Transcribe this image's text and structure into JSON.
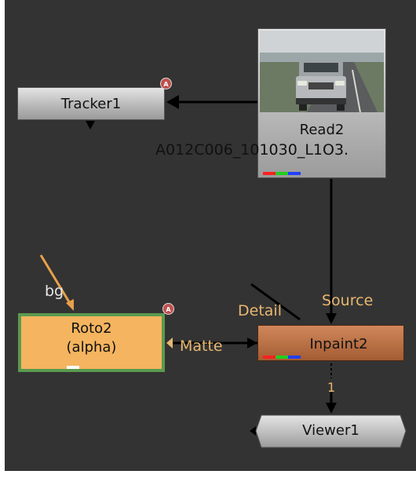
{
  "node_graph": {
    "nodes": {
      "read2": {
        "label": "Read2",
        "file_label": "A012C006_101030_L1O3.",
        "thumbnail": "car-on-road-thumbnail",
        "channel_colors": [
          "#ff2020",
          "#20d020",
          "#2040ff"
        ]
      },
      "tracker1": {
        "label": "Tracker1",
        "badge": "A"
      },
      "roto2": {
        "label": "Roto2",
        "sublabel": "(alpha)",
        "badge": "A",
        "fill_color": "#f5b45f",
        "border_color": "#5a9a4f"
      },
      "inpaint2": {
        "label": "Inpaint2",
        "fill_color": "#b8683a",
        "channel_colors": [
          "#ff2020",
          "#20d020",
          "#2040ff"
        ]
      },
      "viewer1": {
        "label": "Viewer1"
      }
    },
    "inputs": {
      "source": "Source",
      "detail": "Detail",
      "matte": "Matte",
      "bg": "bg",
      "viewer_input": "1"
    },
    "colors": {
      "background": "#333333",
      "pin_label": "#e8b770",
      "link": "#000000",
      "orange_link": "#e8a04a"
    }
  }
}
